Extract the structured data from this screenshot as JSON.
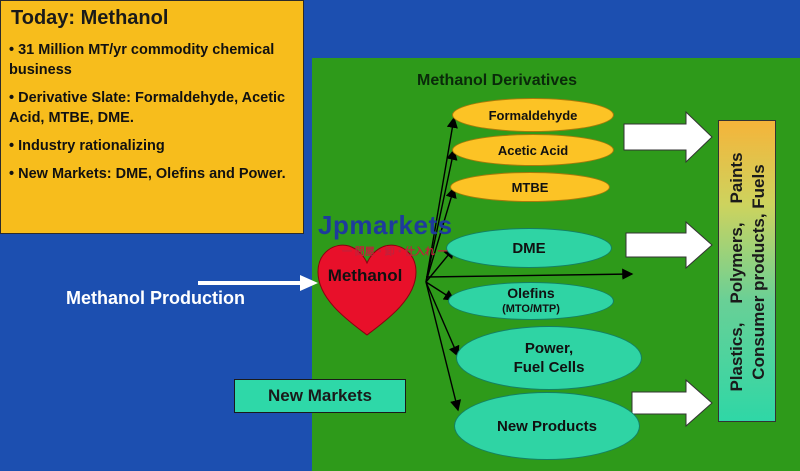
{
  "info_box": {
    "title": "Today: Methanol",
    "bullets": [
      "31 Million MT/yr commodity chemical business",
      "Derivative Slate: Formaldehyde, Acetic Acid, MTBE, DME.",
      "Industry rationalizing",
      "New Markets: DME, Olefins and Power."
    ]
  },
  "derivatives_title": "Methanol Derivatives",
  "derivatives": {
    "formaldehyde": "Formaldehyde",
    "acetic_acid": "Acetic Acid",
    "mtbe": "MTBE",
    "dme": "DME",
    "olefins": "Olefins",
    "olefins_sub": "(MTO/MTP)",
    "power_line1": "Power,",
    "power_line2": "Fuel Cells",
    "new_products": "New Products"
  },
  "center_label": "Methanol",
  "methanol_production": "Methanol Production",
  "new_markets": "New Markets",
  "products": {
    "line1": "Plastics,    Polymers,    Paints",
    "line2": "Consumer products, Fuels"
  },
  "watermark": {
    "text": "Jpmarkets",
    "subtext": "一 問屋・卸・仕入れ 一"
  },
  "colors": {
    "background_blue": "#1c4fb0",
    "panel_green": "#2e9a1a",
    "info_yellow": "#f7bd1c",
    "pill_yellow": "#fcc325",
    "pill_teal": "#2fd4a4",
    "heart_red": "#e8102a"
  }
}
